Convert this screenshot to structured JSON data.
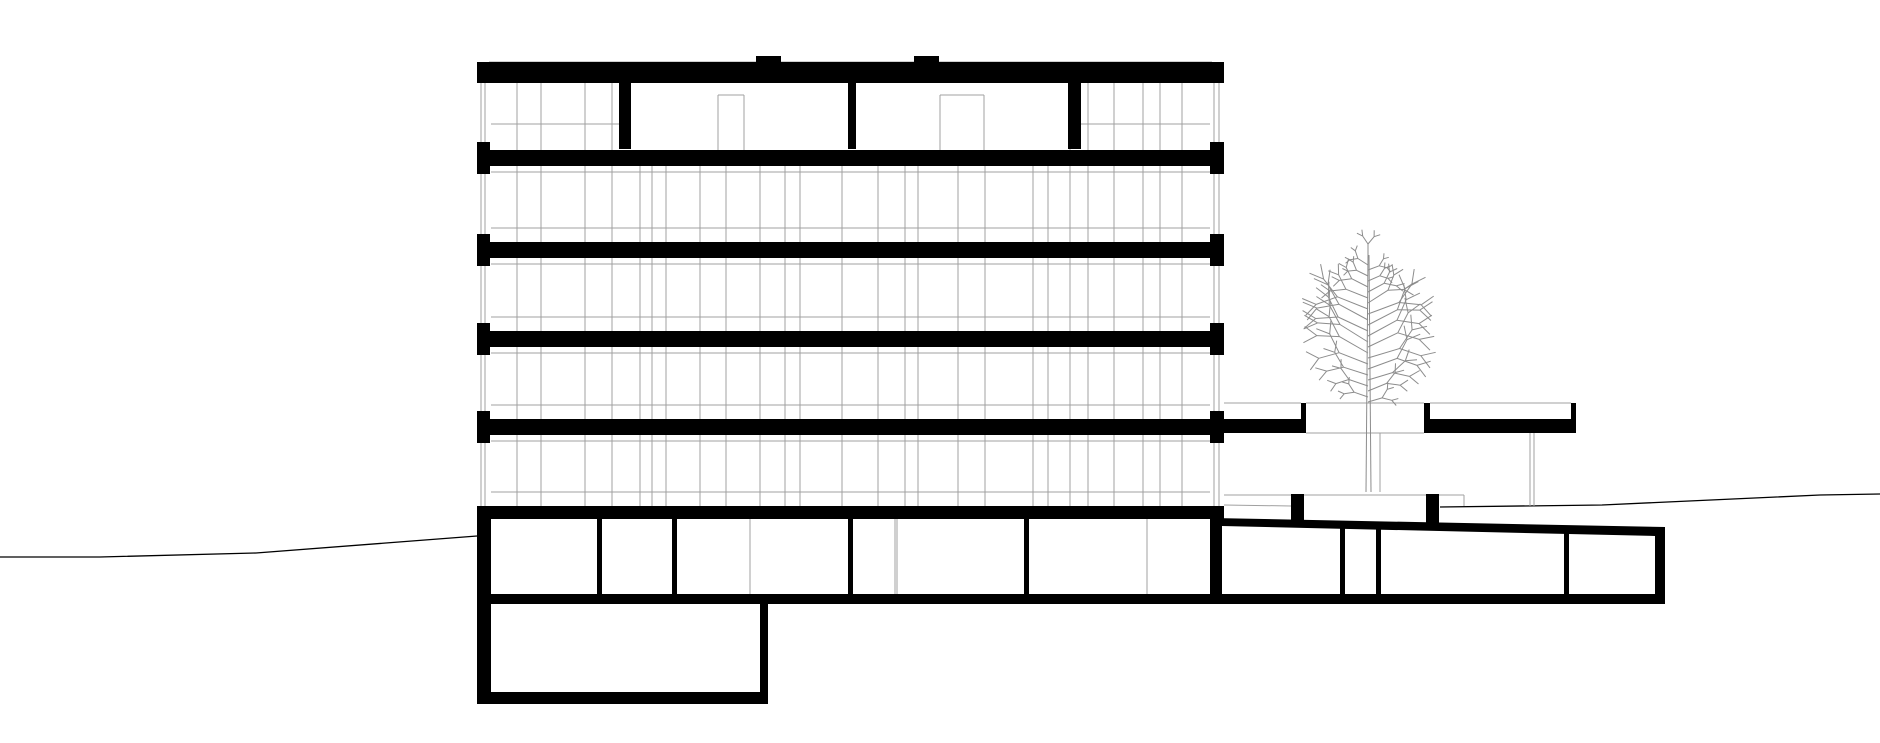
{
  "drawing": {
    "type": "architectural-section",
    "colors": {
      "background": "#ffffff",
      "cut": "#000000",
      "elevation_lines": "#9a9a9a",
      "tree": "#8c8c8c",
      "ground_line": "#000000"
    },
    "storeys_above_ground": 5,
    "basement_levels": 2
  }
}
